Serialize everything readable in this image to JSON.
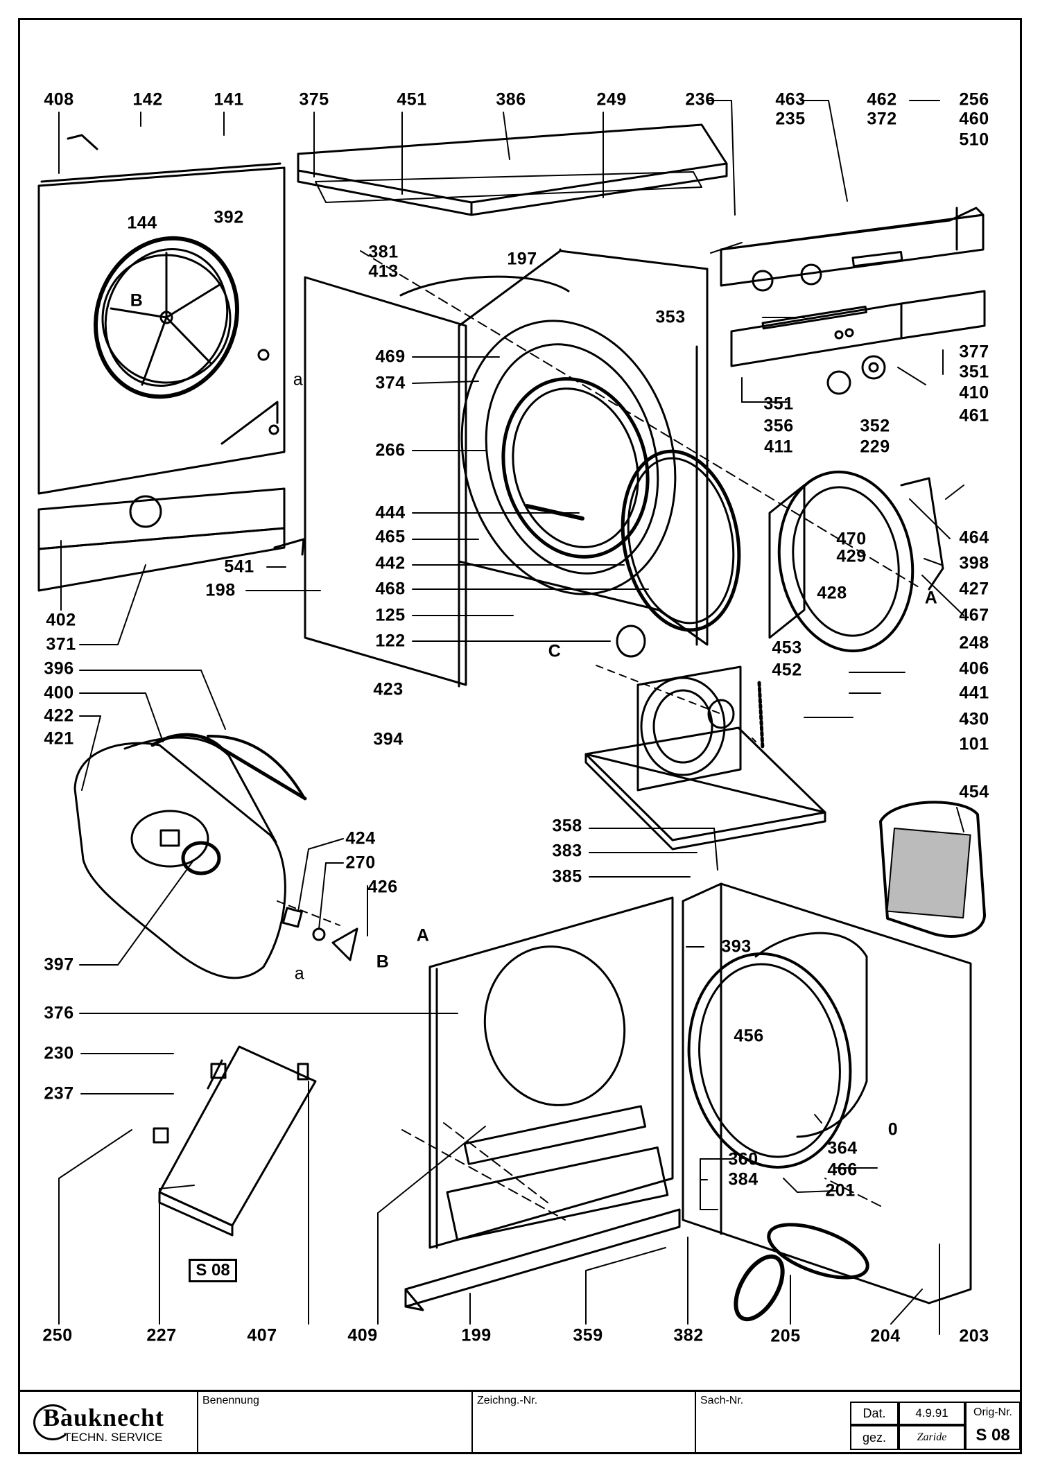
{
  "diagram": {
    "part_labels": [
      {
        "text": "408"
      },
      {
        "text": "142"
      },
      {
        "text": "141"
      },
      {
        "text": "375"
      },
      {
        "text": "451"
      },
      {
        "text": "386"
      },
      {
        "text": "249"
      },
      {
        "text": "236"
      },
      {
        "text": "463"
      },
      {
        "text": "235"
      },
      {
        "text": "462"
      },
      {
        "text": "372"
      },
      {
        "text": "256"
      },
      {
        "text": "460"
      },
      {
        "text": "510"
      },
      {
        "text": "144"
      },
      {
        "text": "392"
      },
      {
        "text": "381"
      },
      {
        "text": "413"
      },
      {
        "text": "197"
      },
      {
        "text": "353"
      },
      {
        "text": "377"
      },
      {
        "text": "351"
      },
      {
        "text": "410"
      },
      {
        "text": "469"
      },
      {
        "text": "374"
      },
      {
        "text": "351"
      },
      {
        "text": "352"
      },
      {
        "text": "356"
      },
      {
        "text": "461"
      },
      {
        "text": "411"
      },
      {
        "text": "229"
      },
      {
        "text": "266"
      },
      {
        "text": "444"
      },
      {
        "text": "470"
      },
      {
        "text": "464"
      },
      {
        "text": "465"
      },
      {
        "text": "429"
      },
      {
        "text": "398"
      },
      {
        "text": "541"
      },
      {
        "text": "442"
      },
      {
        "text": "427"
      },
      {
        "text": "198"
      },
      {
        "text": "468"
      },
      {
        "text": "428"
      },
      {
        "text": "467"
      },
      {
        "text": "402"
      },
      {
        "text": "125"
      },
      {
        "text": "371"
      },
      {
        "text": "122"
      },
      {
        "text": "453"
      },
      {
        "text": "248"
      },
      {
        "text": "396"
      },
      {
        "text": "452"
      },
      {
        "text": "406"
      },
      {
        "text": "400"
      },
      {
        "text": "423"
      },
      {
        "text": "441"
      },
      {
        "text": "422"
      },
      {
        "text": "430"
      },
      {
        "text": "421"
      },
      {
        "text": "394"
      },
      {
        "text": "101"
      },
      {
        "text": "454"
      },
      {
        "text": "358"
      },
      {
        "text": "424"
      },
      {
        "text": "383"
      },
      {
        "text": "270"
      },
      {
        "text": "385"
      },
      {
        "text": "426"
      },
      {
        "text": "393"
      },
      {
        "text": "397"
      },
      {
        "text": "376"
      },
      {
        "text": "456"
      },
      {
        "text": "230"
      },
      {
        "text": "237"
      },
      {
        "text": "364"
      },
      {
        "text": "466"
      },
      {
        "text": "360"
      },
      {
        "text": "384"
      },
      {
        "text": "201"
      },
      {
        "text": "250"
      },
      {
        "text": "227"
      },
      {
        "text": "407"
      },
      {
        "text": "409"
      },
      {
        "text": "199"
      },
      {
        "text": "359"
      },
      {
        "text": "382"
      },
      {
        "text": "205"
      },
      {
        "text": "204"
      },
      {
        "text": "203"
      }
    ],
    "reference_letters": [
      {
        "text": "B"
      },
      {
        "text": "a"
      },
      {
        "text": "A"
      },
      {
        "text": "C"
      },
      {
        "text": "B"
      },
      {
        "text": "A"
      },
      {
        "text": "a"
      },
      {
        "text": "0"
      }
    ],
    "sheet_box": "S 08"
  },
  "title_block": {
    "brand": "Bauknecht",
    "brand_sub": "TECHN. SERVICE",
    "benennung": "Benennung",
    "zeichng_nr": "Zeichng.-Nr.",
    "sach_nr": "Sach-Nr.",
    "dat_label": "Dat.",
    "dat_value": "4.9.91",
    "gez_label": "gez.",
    "gez_value": "Zaride",
    "orig_label": "Orig-Nr.",
    "orig_value": "S 08"
  }
}
